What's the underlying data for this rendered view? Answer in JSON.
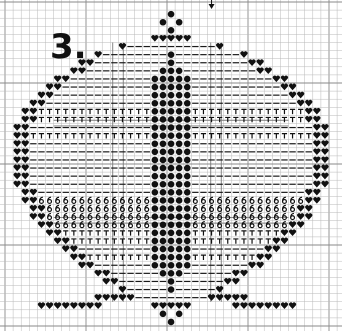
{
  "pattern": {
    "label": "3.",
    "symbols": {
      "heart": "♥",
      "dot": "●",
      "t": "T",
      "six": "6",
      "dash": "—",
      "arrow": "▼"
    },
    "colors": {
      "ink": "#111111",
      "grid": "#b9b9b9",
      "grid_major": "#8a8a8a",
      "paper": "#ffffff"
    }
  }
}
